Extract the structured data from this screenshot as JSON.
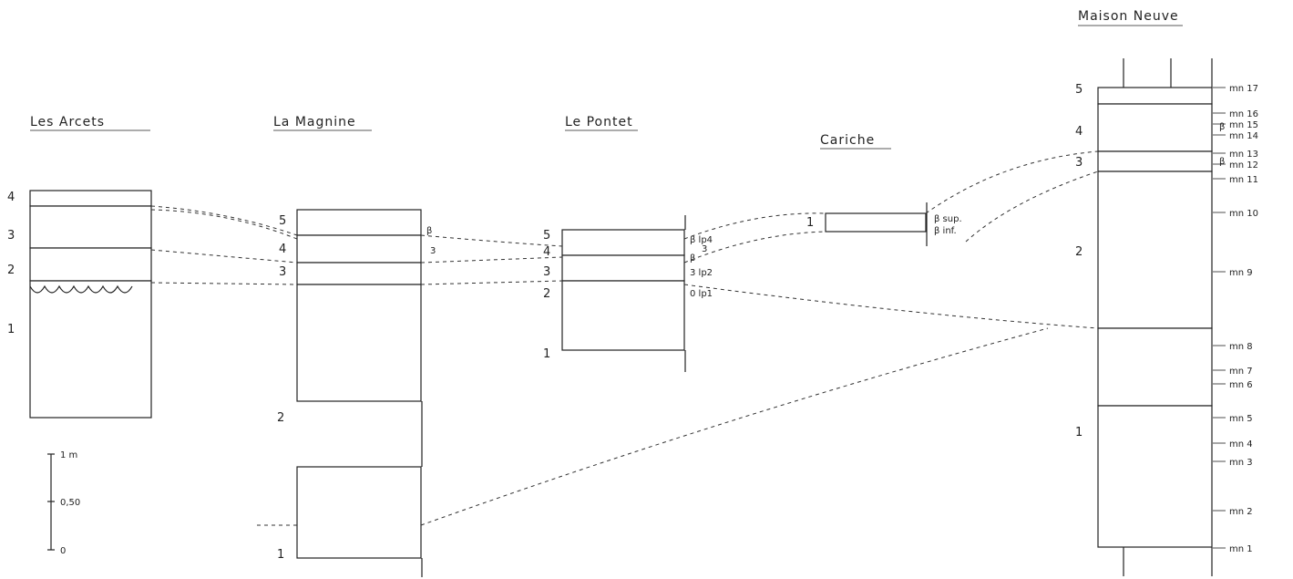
{
  "columns": {
    "les_arcets": {
      "title": "Les Arcets",
      "units": [
        "4",
        "3",
        "2",
        "1"
      ]
    },
    "la_magnine": {
      "title": "La Magnine",
      "units": [
        "5",
        "4",
        "3",
        "2",
        "1"
      ],
      "beta": "β",
      "side_num": "3"
    },
    "le_pontet": {
      "title": "Le Pontet",
      "units": [
        "5",
        "4",
        "3",
        "2",
        "1"
      ],
      "labels": {
        "lp4": "β lp4",
        "b": "β",
        "n3": "3",
        "lp2": "3 lp2",
        "lp1": "0 lp1"
      }
    },
    "cariche": {
      "title": "Cariche",
      "unit": "1",
      "sup": "β sup.",
      "inf": "β inf."
    },
    "maison_neuve": {
      "title": "Maison Neuve",
      "units": [
        "5",
        "4",
        "3",
        "2",
        "1"
      ],
      "samples": [
        "mn 17",
        "mn 16",
        "mn 15",
        "mn 14",
        "mn 13",
        "mn 12",
        "mn 11",
        "mn 10",
        "mn 9",
        "mn 8",
        "mn 7",
        "mn 6",
        "mn 5",
        "mn 4",
        "mn 3",
        "mn 2",
        "mn 1"
      ],
      "beta1": "β",
      "beta2": "β"
    }
  },
  "scale": {
    "top": "1 m",
    "mid": "0,50",
    "bottom": "0"
  }
}
